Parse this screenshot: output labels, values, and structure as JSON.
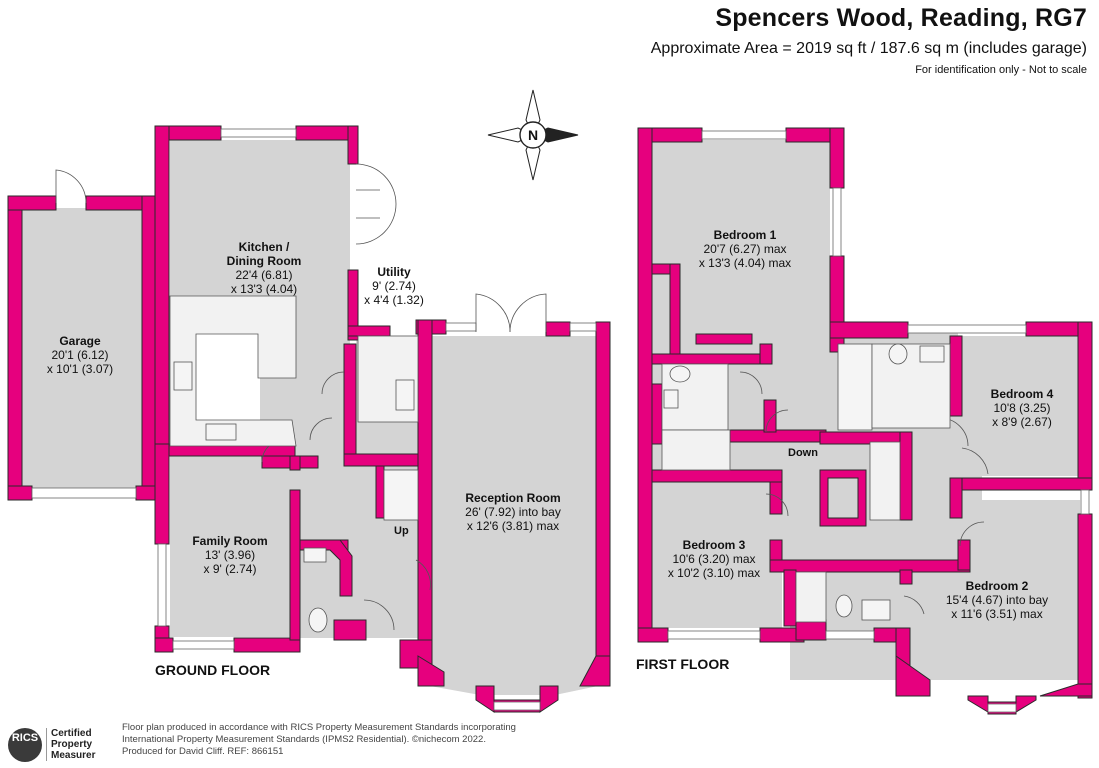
{
  "header": {
    "title": "Spencers Wood, Reading, RG7",
    "area": "Approximate Area = 2019 sq ft / 187.6 sq m (includes garage)",
    "note": "For identification only - Not to scale"
  },
  "compass": {
    "letter": "N"
  },
  "ground_floor": {
    "label": "GROUND FLOOR",
    "rooms": {
      "garage": {
        "name": "Garage",
        "dim1": "20'1 (6.12)",
        "dim2": "x 10'1 (3.07)"
      },
      "kitchen": {
        "name1": "Kitchen /",
        "name2": "Dining Room",
        "dim1": "22'4 (6.81)",
        "dim2": "x 13'3 (4.04)"
      },
      "utility": {
        "name": "Utility",
        "dim1": "9' (2.74)",
        "dim2": "x 4'4 (1.32)"
      },
      "reception": {
        "name": "Reception Room",
        "dim1": "26' (7.92) into bay",
        "dim2": "x 12'6 (3.81) max"
      },
      "family": {
        "name": "Family Room",
        "dim1": "13' (3.96)",
        "dim2": "x 9' (2.74)"
      }
    },
    "stairs_label": "Up"
  },
  "first_floor": {
    "label": "FIRST FLOOR",
    "rooms": {
      "bed1": {
        "name": "Bedroom 1",
        "dim1": "20'7 (6.27) max",
        "dim2": "x 13'3 (4.04) max"
      },
      "bed4": {
        "name": "Bedroom 4",
        "dim1": "10'8 (3.25)",
        "dim2": "x 8'9 (2.67)"
      },
      "bed3": {
        "name": "Bedroom 3",
        "dim1": "10'6 (3.20) max",
        "dim2": "x 10'2 (3.10) max"
      },
      "bed2": {
        "name": "Bedroom 2",
        "dim1": "15'4 (4.67) into bay",
        "dim2": "x 11'6 (3.51) max"
      }
    },
    "stairs_label": "Down"
  },
  "footer": {
    "badge_top": "RICS",
    "badge_lines": [
      "Certified",
      "Property",
      "Measurer"
    ],
    "line1": "Floor plan produced in accordance with RICS Property Measurement Standards incorporating",
    "line2": "International Property Measurement Standards (IPMS2 Residential).  ©nichecom 2022.",
    "line3": "Produced for David Cliff.   REF:  866151"
  },
  "colors": {
    "wall": "#e6007e",
    "floor": "#d4d4d4",
    "window": "#ffffff",
    "fixture": "#f2f2f2"
  }
}
